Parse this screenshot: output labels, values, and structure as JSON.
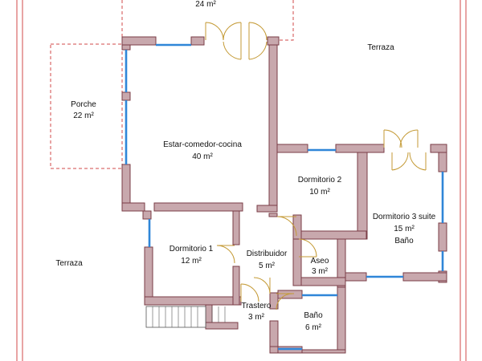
{
  "plan": {
    "colors": {
      "wall_fill": "#c8a8ad",
      "wall_stroke": "#7a3c46",
      "window": "#2f86d8",
      "door": "#c49a35",
      "boundary": "#d04a4a"
    },
    "labels": {
      "top_area": "24 m²",
      "terraza_right": "Terraza",
      "porche_name": "Porche",
      "porche_area": "22 m²",
      "estar_name": "Estar-comedor-cocina",
      "estar_area": "40 m²",
      "dorm2_name": "Dormitorio 2",
      "dorm2_area": "10 m²",
      "dorm3_name": "Dormitorio 3 suite",
      "dorm3_area": "15 m²",
      "dorm3_bath": "Baño",
      "dorm1_name": "Dormitorio 1",
      "dorm1_area": "12 m²",
      "distribuidor_name": "Distribuidor",
      "distribuidor_area": "5 m²",
      "aseo_name": "Aseo",
      "aseo_area": "3 m²",
      "terraza_left": "Terraza",
      "trastero_name": "Trastero",
      "trastero_area": "3 m²",
      "bano_name": "Baño",
      "bano_area": "6 m²"
    }
  }
}
